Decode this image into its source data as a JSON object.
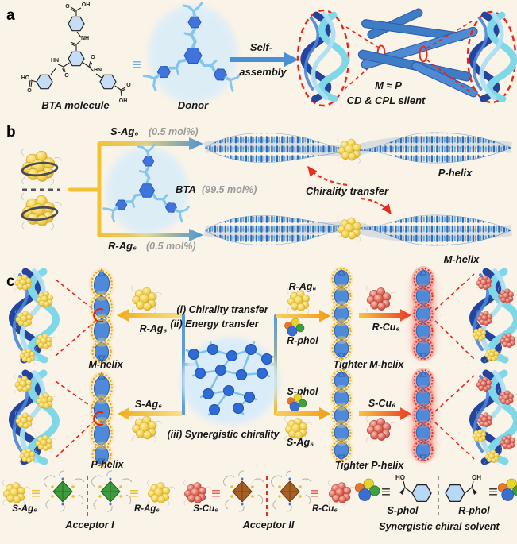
{
  "panel_a": {
    "label": "a",
    "bta_name": "BTA molecule",
    "equiv": "≡",
    "donor_name": "Donor",
    "arrow_line1": "Self-",
    "arrow_line2": "assembly",
    "mp": "M ≈ P",
    "cd_cpl": "CD & CPL silent",
    "atoms": {
      "o_top": "O",
      "oh_top": "OH",
      "nh_top": "NH",
      "o_left": "O",
      "hn_left": "HN",
      "o_right": "O",
      "hn_right": "HN",
      "ho_bl": "HO",
      "o_bl": "O",
      "o_br": "O",
      "oh_br": "OH"
    }
  },
  "panel_b": {
    "label": "b",
    "s_ag": "S-Ag₆",
    "s_pct": "(0.5 mol%)",
    "r_ag": "R-Ag₆",
    "r_pct": "(0.5 mol%)",
    "bta": "BTA",
    "bta_pct": "(99.5 mol%)",
    "chirality_transfer": "Chirality transfer",
    "p_helix": "P-helix",
    "m_helix": "M-helix"
  },
  "panel_c": {
    "label": "c",
    "r_ag_left": "R-Ag₆",
    "s_ag_left": "S-Ag₆",
    "m_helix": "M-helix",
    "p_helix": "P-helix",
    "step_i": "(i) Chirality transfer",
    "step_ii": "(ii) Energy transfer",
    "step_iii": "(iii) Synergistic chirality",
    "r_ag_right": "R-Ag₆",
    "r_phol": "R-phol",
    "s_phol": "S-phol",
    "s_ag_right": "S-Ag₆",
    "tighter_m": "Tighter M-helix",
    "tighter_p": "Tighter P-helix",
    "r_cu": "R-Cu₆",
    "s_cu": "S-Cu₆"
  },
  "legend": {
    "equiv": "≡",
    "acceptor1": {
      "left": "S-Ag₆",
      "right": "R-Ag₆",
      "caption": "Acceptor I"
    },
    "acceptor2": {
      "left": "S-Cu₆",
      "right": "R-Cu₆",
      "caption": "Acceptor II"
    },
    "solvent": {
      "left": "S-phol",
      "right": "R-phol",
      "caption": "Synergistic chiral solvent",
      "ho": "HO",
      "oh": "OH"
    }
  },
  "colors": {
    "background": "#faf3e8",
    "fiber_blue": "#3e7cc6",
    "dark_blue": "#24449e",
    "cyan": "#7fd8e8",
    "gold": "#f0c23c",
    "cluster_red": "#e0685a",
    "dash_red": "#ea2418",
    "crystal_green": "#3f9b3f",
    "crystal_copper": "#a85f24"
  }
}
